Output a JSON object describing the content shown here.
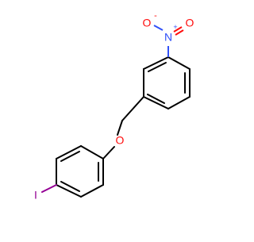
{
  "structure": {
    "atoms": {
      "nitro_n": "N",
      "nitro_n_charge": "+",
      "nitro_o_top": "O",
      "nitro_o_top_charge": "-",
      "nitro_o_side": "O",
      "ether_o": "O",
      "iodine": "I"
    },
    "colors": {
      "bond": "#000000",
      "nitrogen": "#3050F8",
      "oxygen": "#FF0D0D",
      "iodine": "#940094",
      "background": "#FFFFFF"
    }
  }
}
